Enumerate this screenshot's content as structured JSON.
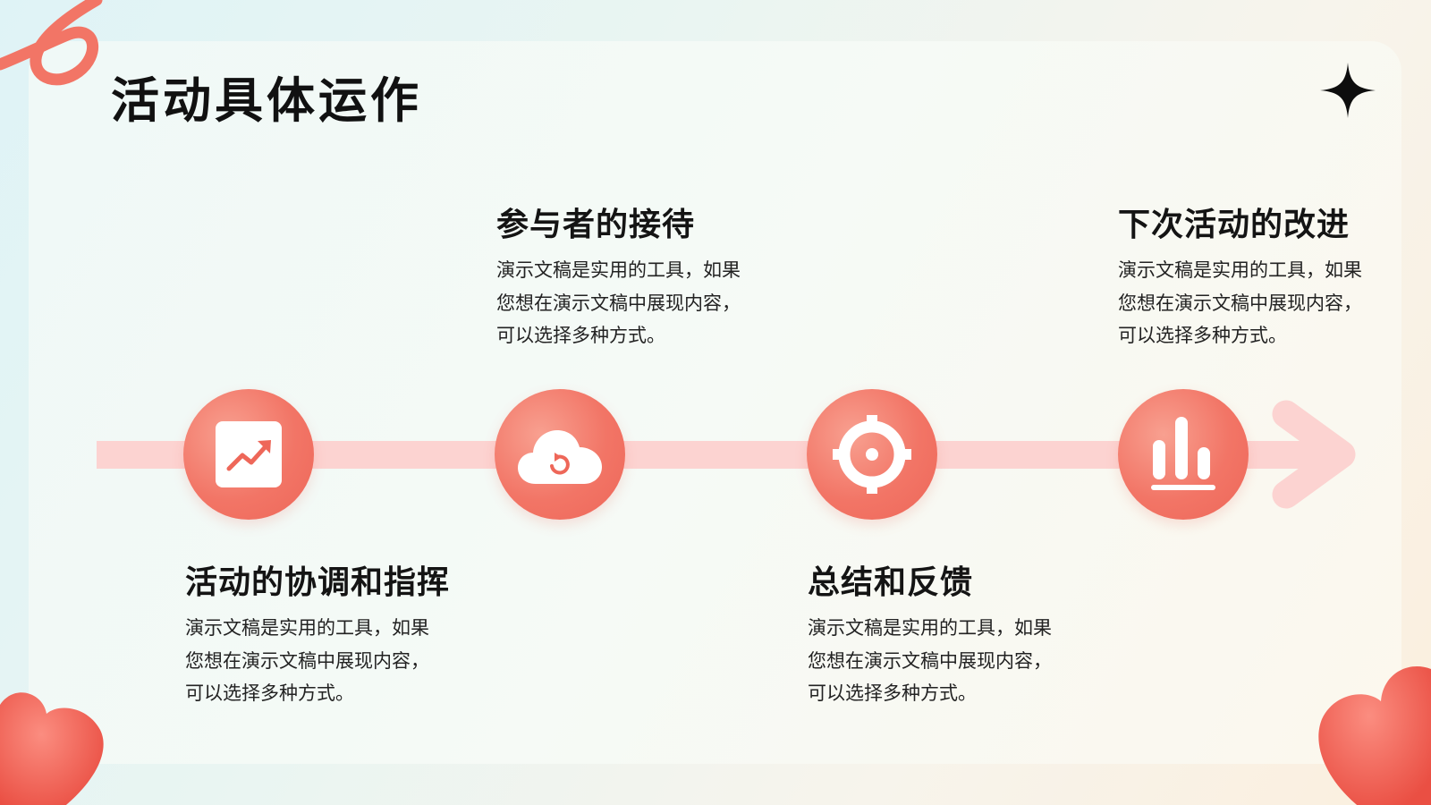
{
  "title": "活动具体运作",
  "accent_color": "#ef6b5d",
  "track_color": "#fcd3d1",
  "steps": [
    {
      "title": "活动的协调和指挥",
      "body": "演示文稿是实用的工具，如果您想在演示文稿中展现内容，可以选择多种方式。",
      "icon": "trend-chart-icon"
    },
    {
      "title": "参与者的接待",
      "body": "演示文稿是实用的工具，如果您想在演示文稿中展现内容，可以选择多种方式。",
      "icon": "cloud-sync-icon"
    },
    {
      "title": "总结和反馈",
      "body": "演示文稿是实用的工具，如果您想在演示文稿中展现内容，可以选择多种方式。",
      "icon": "target-icon"
    },
    {
      "title": "下次活动的改进",
      "body": "演示文稿是实用的工具，如果您想在演示文稿中展现内容，可以选择多种方式。",
      "icon": "bar-chart-icon"
    }
  ]
}
